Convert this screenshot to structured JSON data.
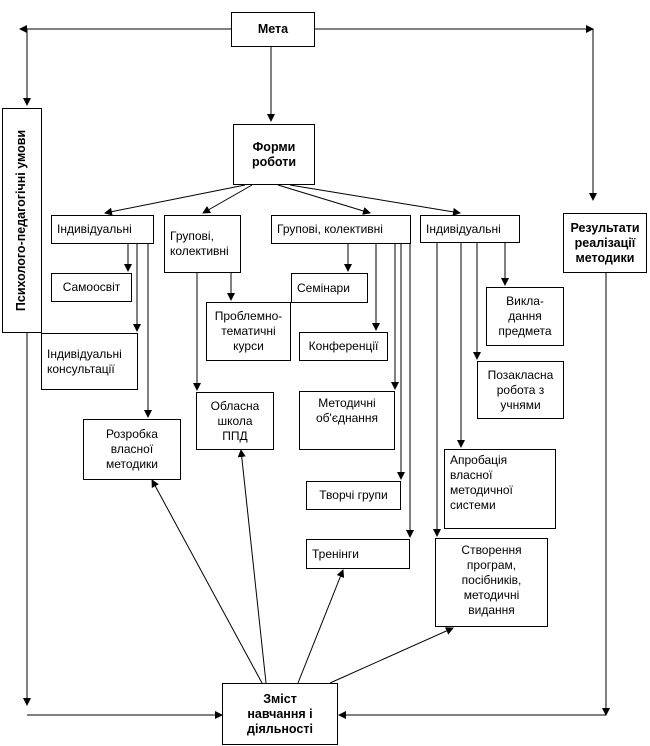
{
  "nodes": {
    "meta": "Мета",
    "formy": "Форми\nроботи",
    "psykh": "Психолого-педагогічні умови",
    "rezult": "Результати\nреалізації\nметодики",
    "ind1": "Індивідуальні",
    "grup1": "Групові,\nколективні",
    "grup2": "Групові, колективні",
    "ind2": "Індивідуальні",
    "samoosvit": "Самоосвіт",
    "indkons": "Індивідуальні\nконсультації",
    "rozrobka": "Розробка\nвласної\nметодики",
    "problem": "Проблемно-\nтематичні\nкурси",
    "oblasna": "Обласна\nшкола\nППД",
    "seminary": "Семінари",
    "konferentsii": "Конференції",
    "metod_obyed": "Методичні\nоб'єднання",
    "tvorchi": "Творчі групи",
    "treningy": "Тренінги",
    "vykladannia": "Викла-\nдання\nпредмета",
    "pozaklasna": "Позакласна\nробота з\nучнями",
    "aprobatsia": "Апробація\nвласної\nметодичної\nсистеми",
    "stvorennia": "Створення\nпрограм,\nпосібників,\nметодичні\nвидання",
    "zmist": "Зміст\nнавчання і\nдіяльності"
  }
}
